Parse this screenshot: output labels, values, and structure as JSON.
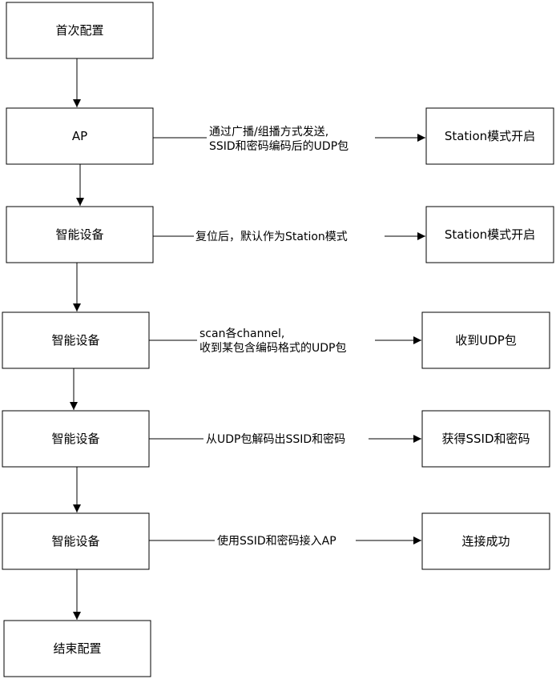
{
  "nodes": {
    "first_config": "首次配置",
    "ap": "AP",
    "station_on_1": "Station模式开启",
    "smart_device_1": "智能设备",
    "station_on_2": "Station模式开启",
    "smart_device_2": "智能设备",
    "receive_udp": "收到UDP包",
    "smart_device_3": "智能设备",
    "get_ssid": "获得SSID和密码",
    "smart_device_4": "智能设备",
    "connect_ok": "连接成功",
    "end_config": "结束配置"
  },
  "edges": {
    "ap_send_line1": "通过广播/组播方式发送,",
    "ap_send_line2": "SSID和密码编码后的UDP包",
    "reset_default": "复位后，默认作为Station模式",
    "scan_line1": "scan各channel,",
    "scan_line2": "收到某包含编码格式的UDP包",
    "decode": "从UDP包解码出SSID和密码",
    "use_ssid": "使用SSID和密码接入AP"
  }
}
